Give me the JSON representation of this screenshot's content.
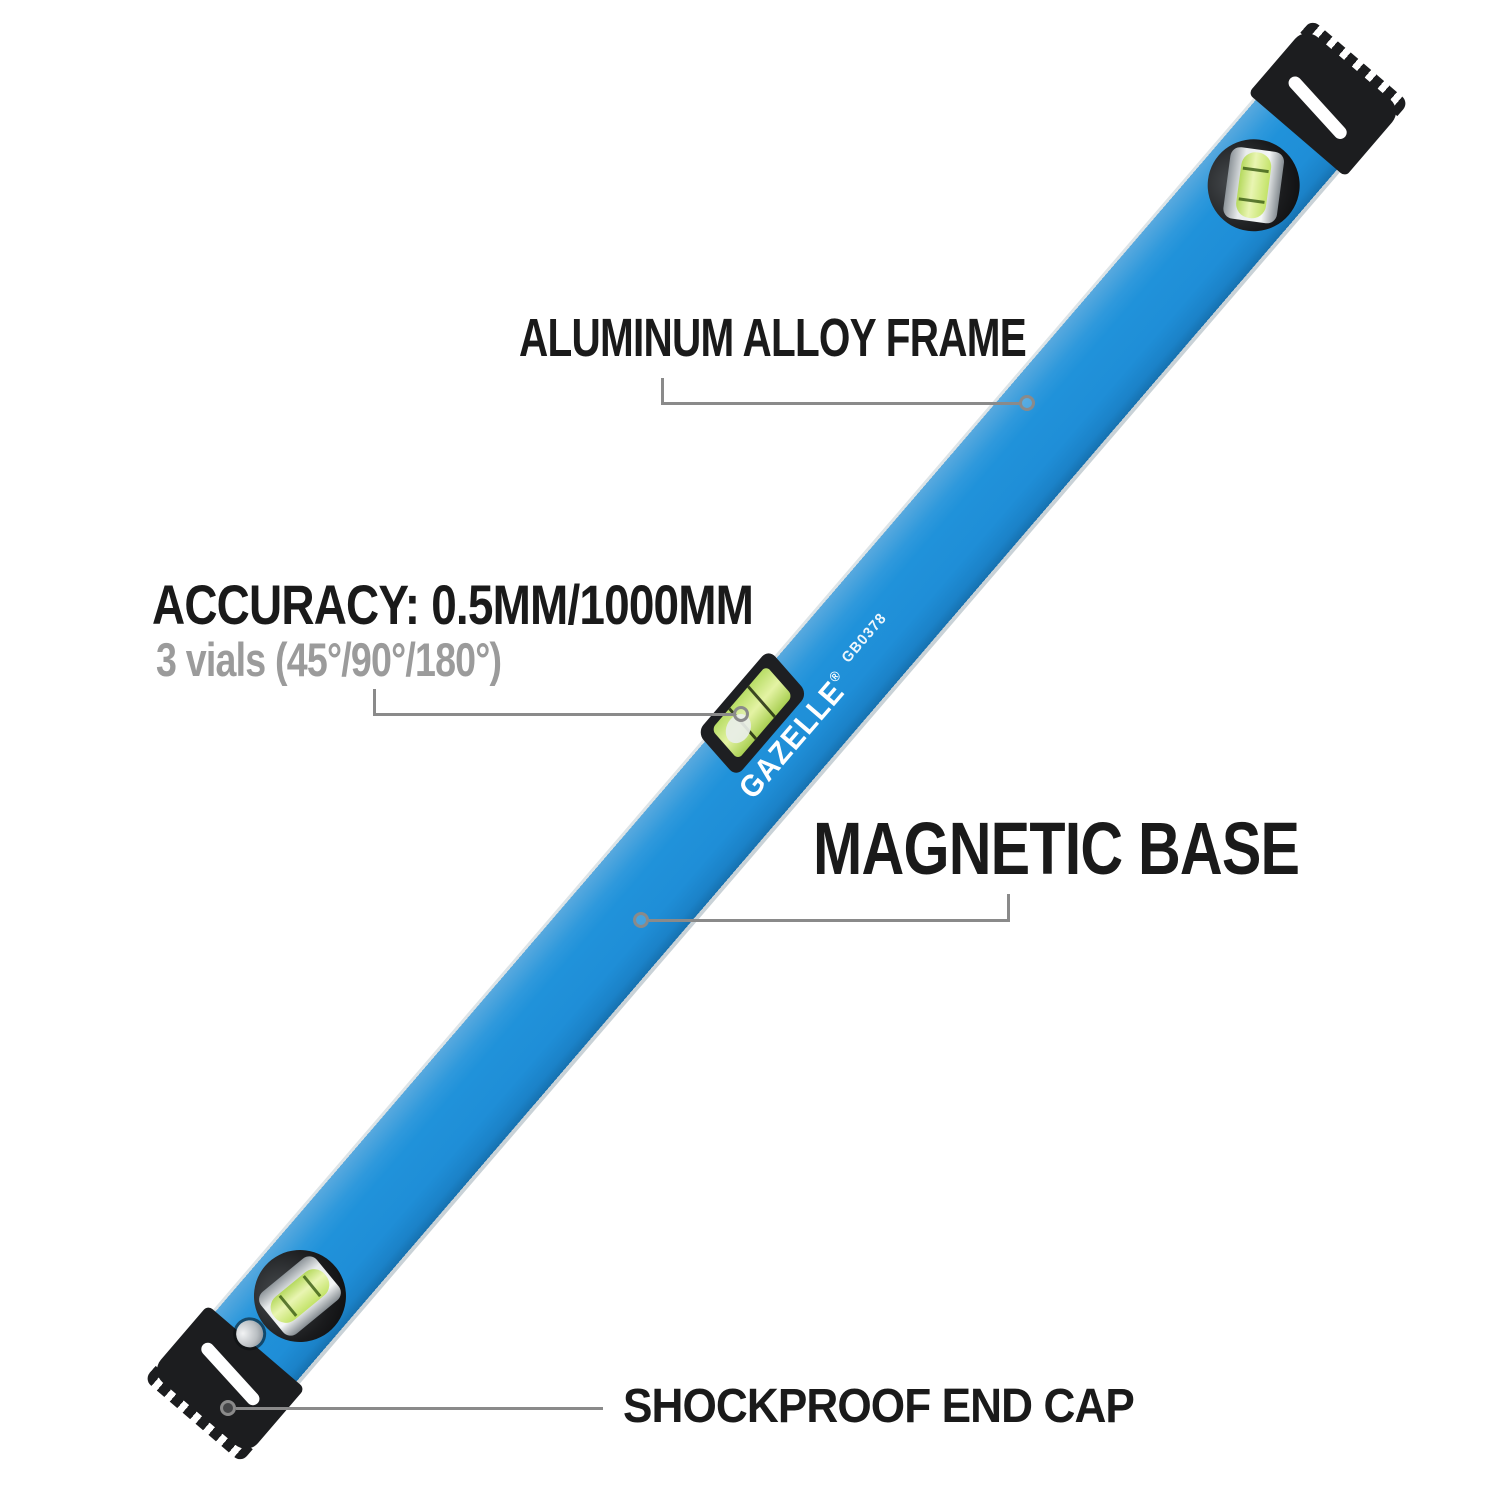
{
  "product": {
    "brand": "GAZELLE",
    "registered_mark": "®",
    "model_code": "GB0378"
  },
  "annotations": {
    "frame": {
      "label": "ALUMINUM ALLOY FRAME"
    },
    "accuracy": {
      "label": "ACCURACY: 0.5MM/1000MM",
      "sublabel": "3 vials (45°/90°/180°)"
    },
    "magnet": {
      "label": "MAGNETIC BASE"
    },
    "endcap": {
      "label": "SHOCKPROOF END CAP"
    }
  },
  "colors": {
    "level_blue": "#1F8ED7",
    "level_blue_light": "#58A9DE",
    "level_blue_dark": "#1671B0",
    "edge_silver": "#DDE4E7",
    "cap_black": "#1C1D1F",
    "vial_green": "#C9E57A",
    "label_black": "#1A1A1A",
    "label_gray": "#9B9B9B",
    "callout_gray": "#8A8A8A",
    "background": "#FFFFFF"
  }
}
